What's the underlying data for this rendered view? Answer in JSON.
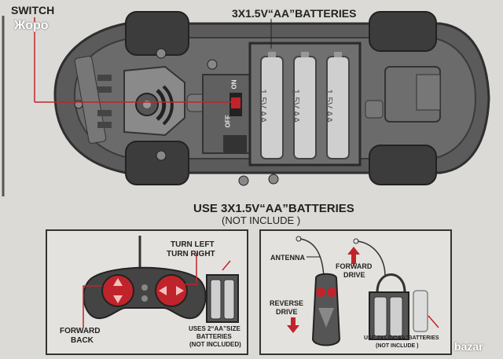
{
  "top": {
    "switch_label": "SWITCH",
    "watermark_top": "Жоро",
    "batteries_label": "3X1.5V“AA”BATTERIES",
    "switch_on": "ON",
    "switch_off": "OFF",
    "battery_text": "1.5V AA"
  },
  "middle": {
    "use_batteries": "USE 3X1.5V“AA”BATTERIES",
    "not_include": "(NOT INCLUDE )"
  },
  "left_panel": {
    "turn_left": "TURN LEFT",
    "turn_right": "TURN RIGHT",
    "forward": "FORWARD",
    "back": "BACK",
    "uses_line1": "USES 2“AA”SIZE",
    "uses_line2": "BATTERIES",
    "uses_line3": "(NOT INCLUDED)"
  },
  "right_panel": {
    "antenna": "ANTENNA",
    "forward_drive_1": "FORWARD",
    "forward_drive_2": "DRIVE",
    "reverse_drive_1": "REVERSE",
    "reverse_drive_2": "DRIVE",
    "use_line1": "USE 2X1.5V“AA”BATTERIES",
    "use_line2": "(NOT INCLUDE )"
  },
  "watermark_bottom": "bazar",
  "colors": {
    "accent_red": "#c0242a",
    "car_body": "#5a5a5a",
    "background": "#dcdad6"
  }
}
